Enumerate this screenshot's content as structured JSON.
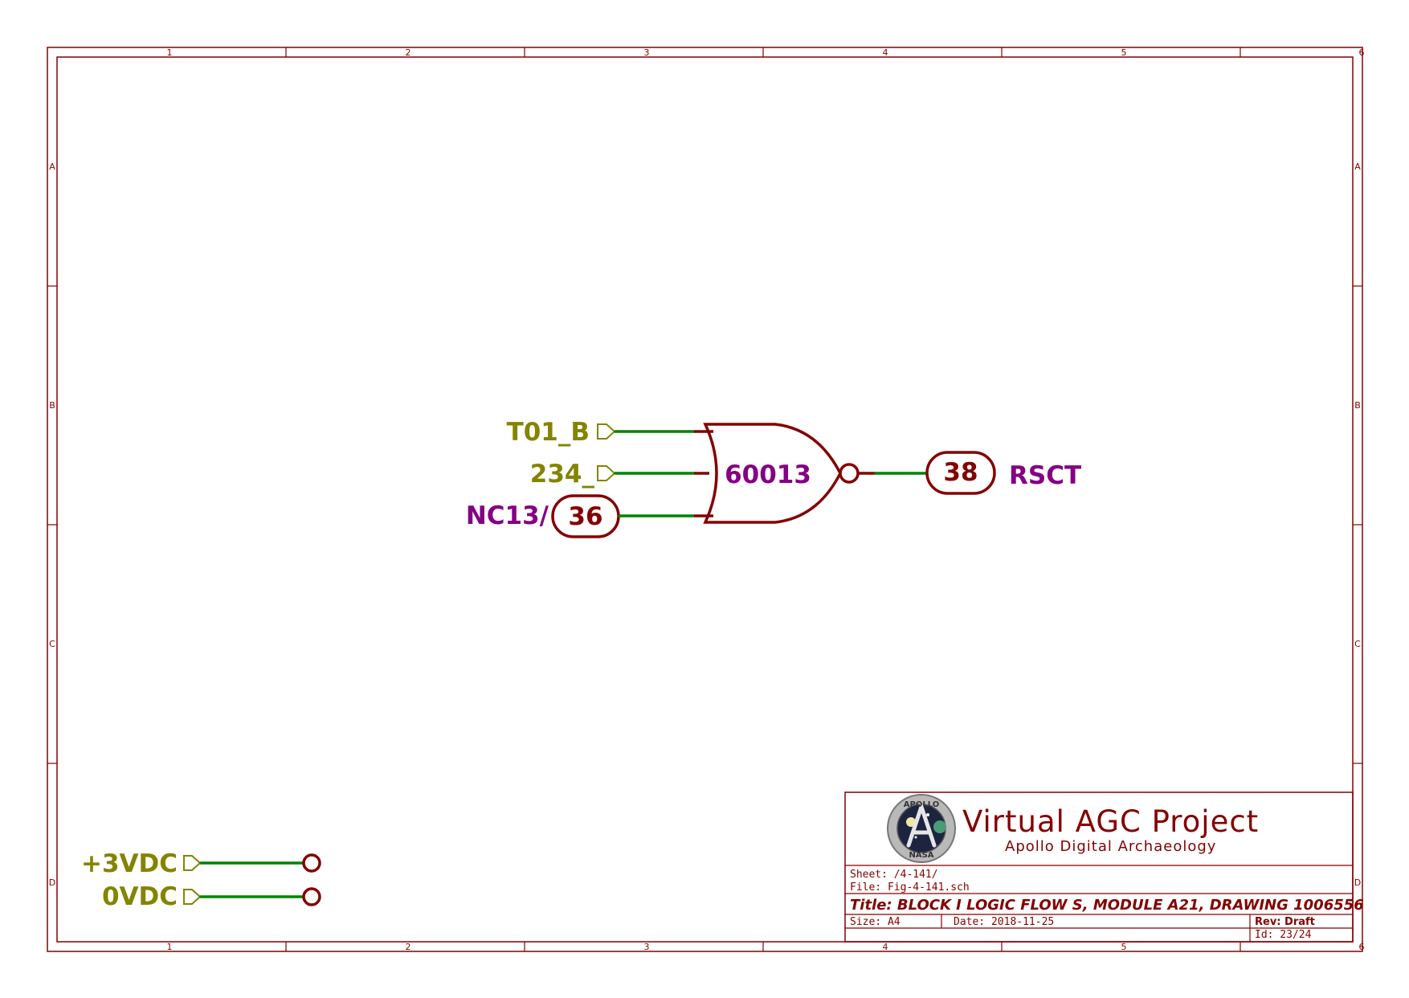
{
  "border": {
    "columns": [
      "1",
      "2",
      "3",
      "4",
      "5",
      "6"
    ],
    "rows": [
      "A",
      "B",
      "C",
      "D"
    ]
  },
  "gate": {
    "type": "NOR",
    "ref": "60013",
    "inputs": [
      "T01_B",
      "234_",
      "NC13/"
    ],
    "input_connector": "36",
    "output_connector": "38",
    "output_net": "RSCT"
  },
  "power": {
    "plus": "+3VDC",
    "zero": "0VDC"
  },
  "title_block": {
    "project": "Virtual AGC Project",
    "subtitle": "Apollo Digital Archaeology",
    "logo_top": "APOLLO",
    "logo_bottom": "NASA",
    "sheet": "Sheet: /4-141/",
    "file": "File: Fig-4-141.sch",
    "title": "Title: BLOCK I LOGIC FLOW S, MODULE A21, DRAWING 1006556",
    "size": "Size: A4",
    "date": "Date: 2018-11-25",
    "rev": "Rev: Draft",
    "id": "Id: 23/24"
  }
}
